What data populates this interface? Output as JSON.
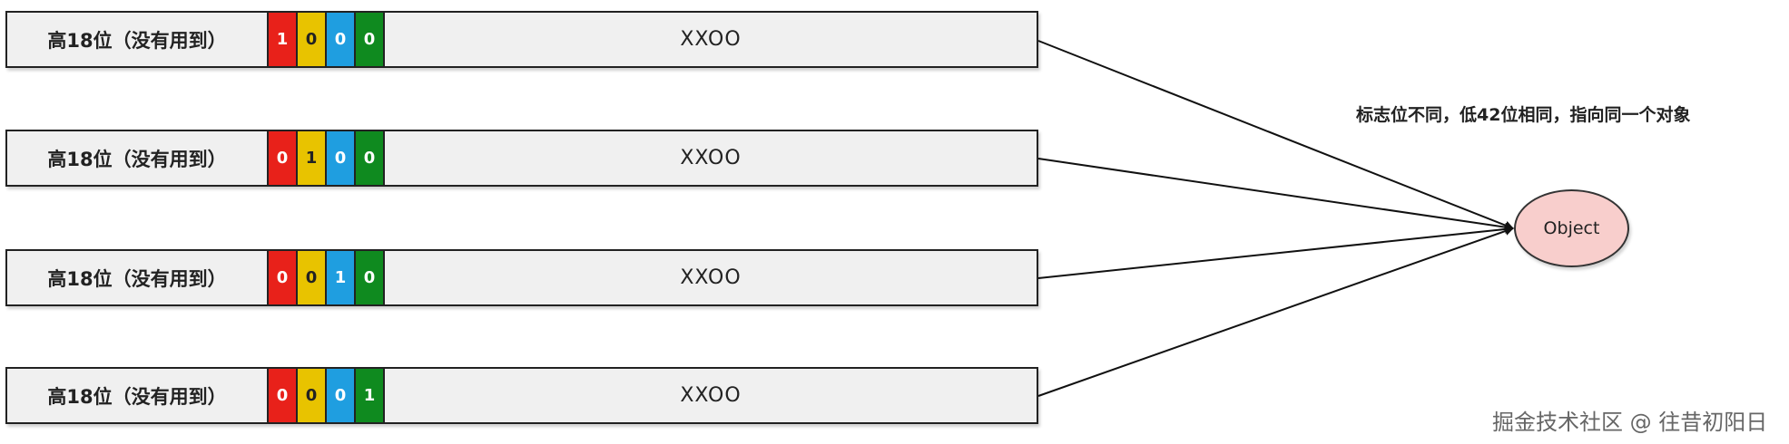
{
  "rows": [
    {
      "high_label": "高18位（没有用到）",
      "bits": [
        "1",
        "0",
        "0",
        "0"
      ],
      "low_label": "XXOO"
    },
    {
      "high_label": "高18位（没有用到）",
      "bits": [
        "0",
        "1",
        "0",
        "0"
      ],
      "low_label": "XXOO"
    },
    {
      "high_label": "高18位（没有用到）",
      "bits": [
        "0",
        "0",
        "1",
        "0"
      ],
      "low_label": "XXOO"
    },
    {
      "high_label": "高18位（没有用到）",
      "bits": [
        "0",
        "0",
        "0",
        "1"
      ],
      "low_label": "XXOO"
    }
  ],
  "object_label": "Object",
  "note": "标志位不同，低42位相同，指向同一个对象",
  "watermark": "掘金技术社区 @ 往昔初阳日",
  "colors": {
    "bit_1": "#e8211a",
    "bit_2": "#e8c300",
    "bit_3": "#1f9ee0",
    "bit_4": "#0f8a1f",
    "object_fill": "#f8cecc",
    "row_fill": "#f0f0f0"
  }
}
